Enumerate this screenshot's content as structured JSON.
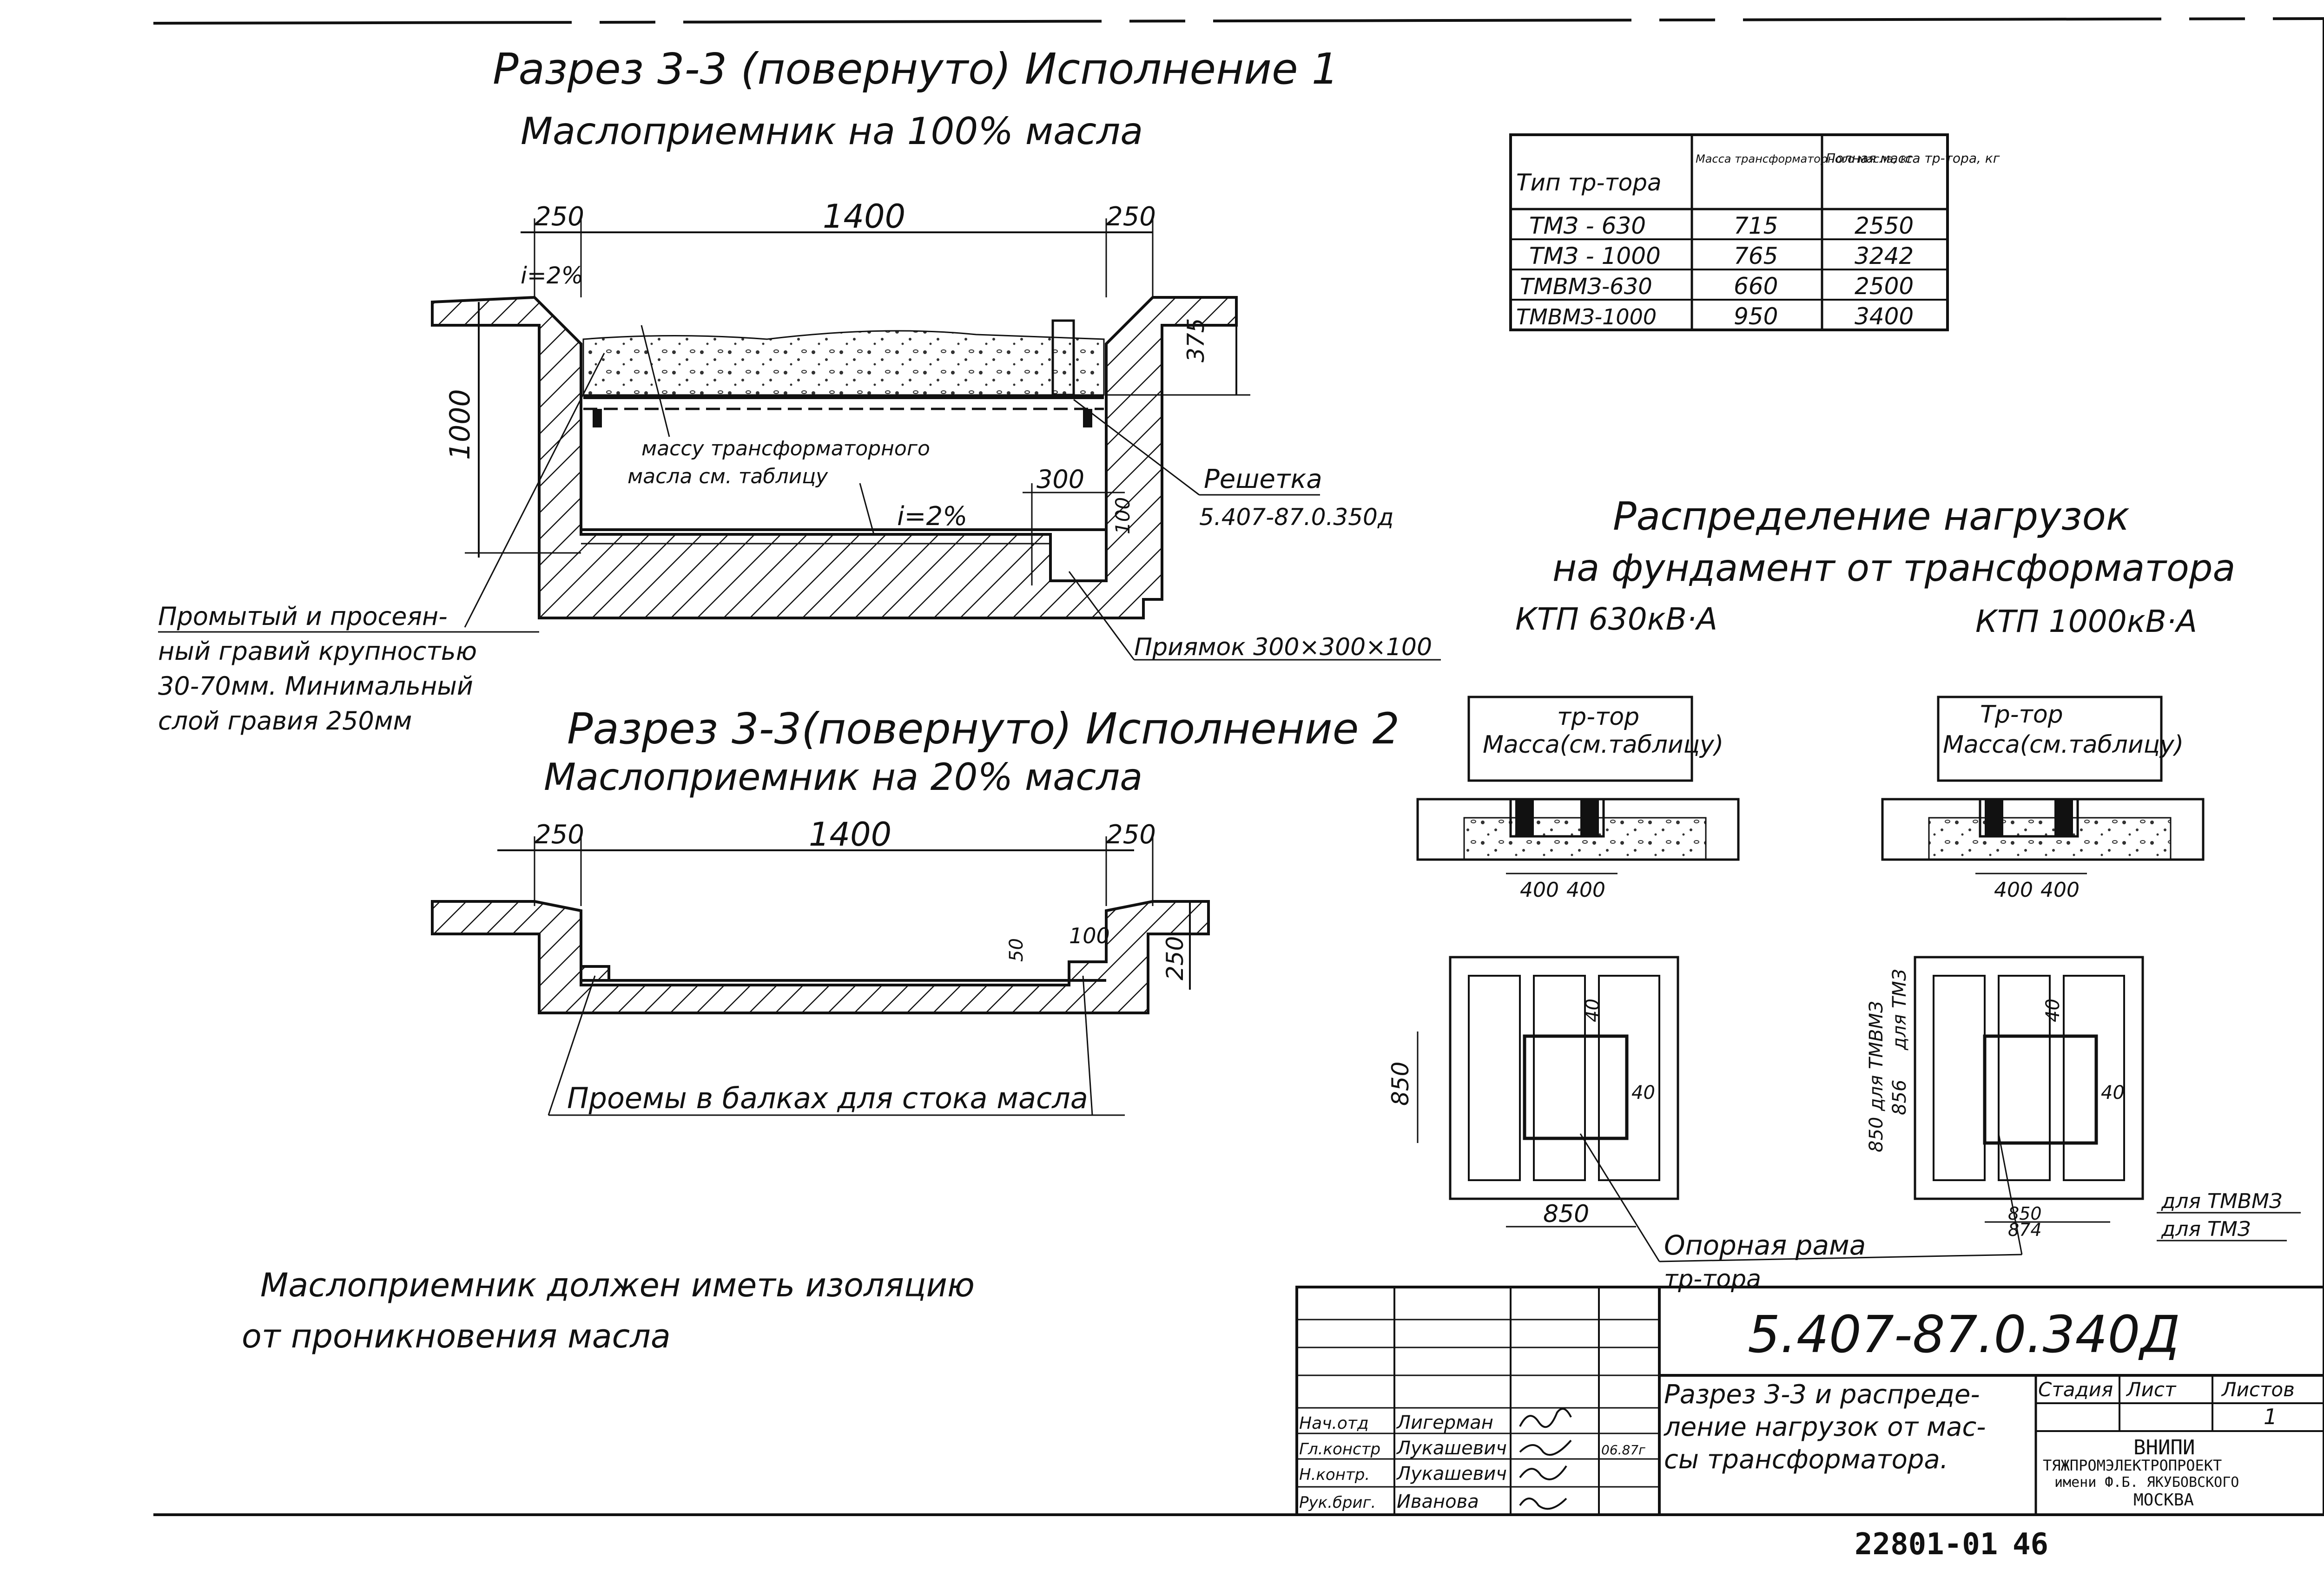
{
  "section1": {
    "title_line1": "Разрез 3-3 (повернуто) Исполнение 1",
    "title_line2": "Маслоприемник на 100% масла",
    "dim_left": "250",
    "dim_center": "1400",
    "dim_right": "250",
    "dim_height": "1000",
    "dim_375": "375",
    "dim_300": "300",
    "dim_100": "100",
    "slope_top": "i=2%",
    "slope_bottom": "i=2%",
    "oil_note_line1": "массу трансформаторного",
    "oil_note_line2": "масла см. таблицу",
    "grate_label": "Решетка",
    "grate_ref": "5.407-87.0.350д",
    "pit_label": "Приямок 300×300×100"
  },
  "gravel_note": {
    "line1": "Промытый и просеян-",
    "line2": "ный гравий крупностью",
    "line3": "30-70мм. Минимальный",
    "line4": "слой гравия 250мм"
  },
  "section2": {
    "title_line1": "Разрез 3-3(повернуто) Исполнение 2",
    "title_line2": "Маслоприемник на 20% масла",
    "dim_left": "250",
    "dim_center": "1400",
    "dim_right": "250",
    "dim_50": "50",
    "dim_100": "100",
    "dim_250": "250",
    "openings_label": "Проемы в балках для стока масла"
  },
  "table": {
    "headers": [
      "Тип тр-тора",
      "Масса трансформаторного масла, кг",
      "Полная масса тр-тора, кг"
    ],
    "rows": [
      [
        "ТМЗ - 630",
        "715",
        "2550"
      ],
      [
        "ТМЗ - 1000",
        "765",
        "3242"
      ],
      [
        "ТМВМЗ-630",
        "660",
        "2500"
      ],
      [
        "ТМВМЗ-1000",
        "950",
        "3400"
      ]
    ]
  },
  "loads": {
    "title_line1": "Распределение нагрузок",
    "title_line2": "на фундамент от трансформатора",
    "ktp630": "КТП 630кВ·А",
    "ktp1000": "КТП 1000кВ·А",
    "tr_label_a": "тр-тор",
    "tr_mass_a": "Масса(см.таблицу)",
    "tr_label_b": "Тр-тор",
    "tr_mass_b": "Масса(см.таблицу)",
    "dim_400": "400",
    "dim_850": "850",
    "dim_856": "856",
    "dim_874": "874",
    "dim_40": "40",
    "dim_850_tmvmz": "850 для ТМВМЗ",
    "dim_856_tmz": "для ТМЗ",
    "label_tmvmz": "для ТМВМЗ",
    "label_tmz": "для ТМЗ",
    "frame_line1": "Опорная рама",
    "frame_line2": "тр-тора"
  },
  "isolation_note": {
    "line1": "Маслоприемник должен иметь изоляцию",
    "line2": "от проникновения масла"
  },
  "title_block": {
    "doc_number": "5.407-87.0.340Д",
    "description_line1": "Разрез 3-3 и распреде-",
    "description_line2": "ление нагрузок от мас-",
    "description_line3": "сы трансформатора.",
    "stage_header": "Стадия",
    "sheet_header": "Лист",
    "sheets_header": "Листов",
    "sheets_value": "1",
    "org_line1": "ВНИПИ",
    "org_line2": "ТЯЖПРОМЭЛЕКТРОПРОЕКТ",
    "org_line3": "имени Ф.Б. ЯКУБОВСКОГО",
    "org_line4": "МОСКВА",
    "roles": [
      "Нач.отд",
      "Гл.констр",
      "Н.контр.",
      "Рук.бриг."
    ],
    "names": [
      "Лигерман",
      "Лукашевич",
      "Лукашевич",
      "Иванова"
    ],
    "date": "06.87г"
  },
  "footer": {
    "archive_number": "22801-01",
    "page": "46"
  }
}
